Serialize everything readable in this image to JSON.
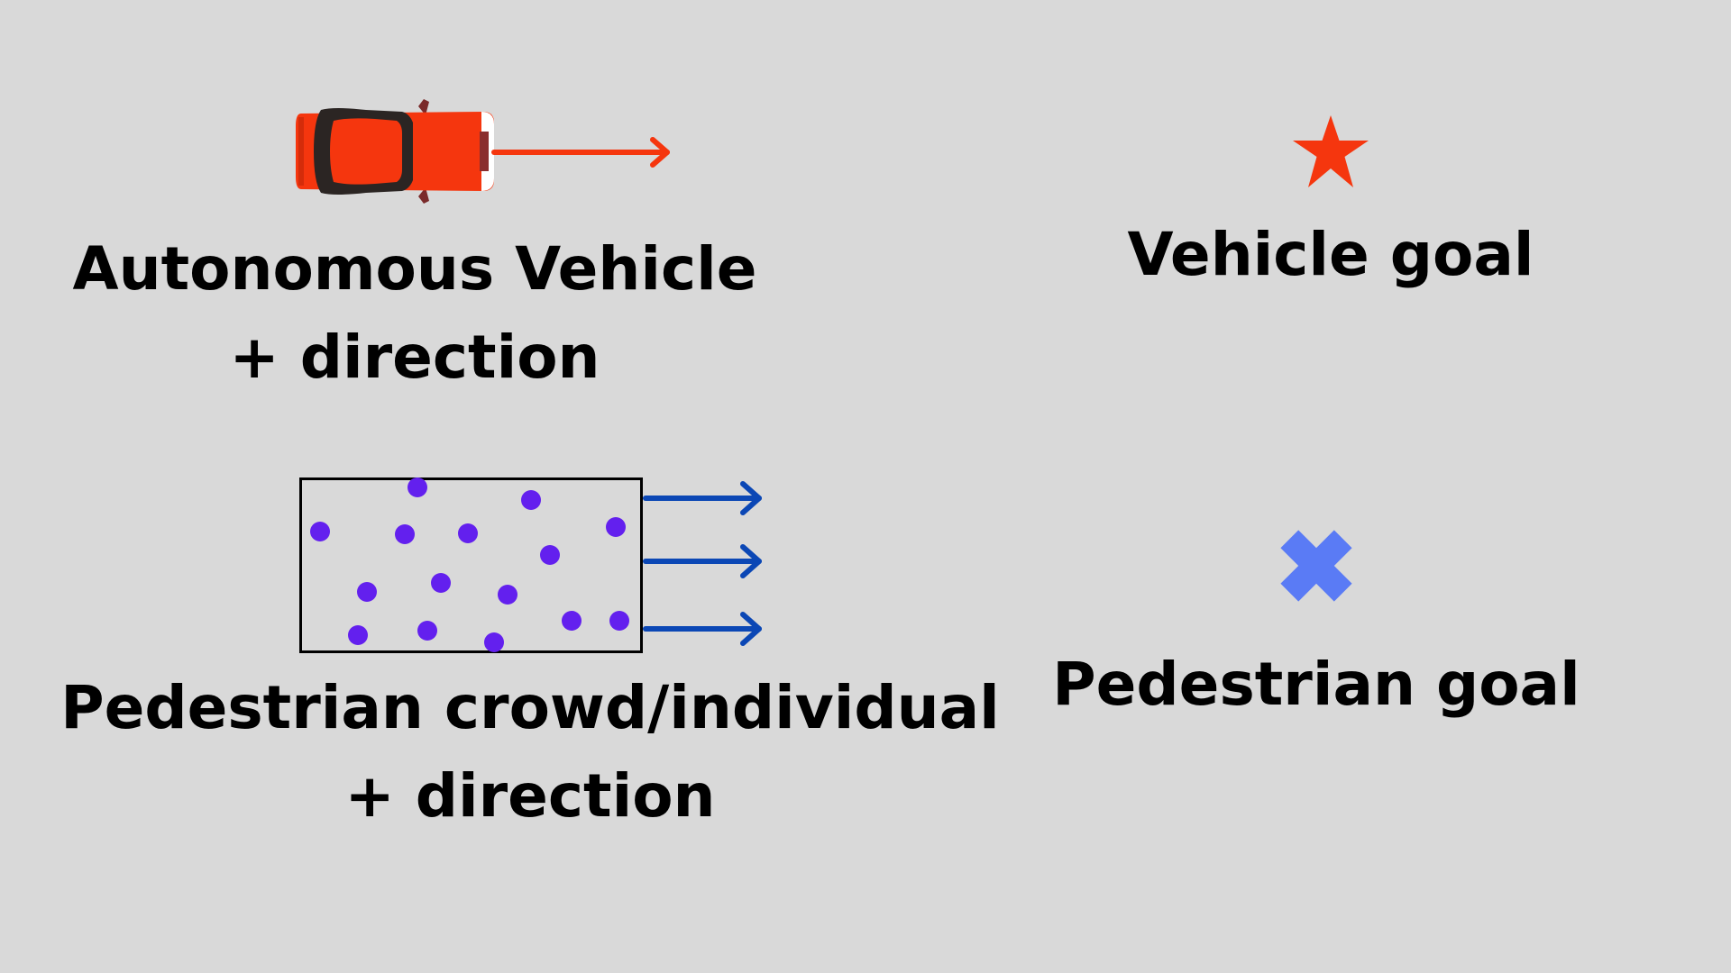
{
  "legend": {
    "vehicle": {
      "line1": "Autonomous Vehicle",
      "line2": "+ direction"
    },
    "vehicle_goal": {
      "label": "Vehicle goal"
    },
    "pedestrian": {
      "line1": "Pedestrian crowd/individual",
      "line2": "+ direction"
    },
    "pedestrian_goal": {
      "label": "Pedestrian goal"
    }
  },
  "icons": {
    "vehicle": "car-icon",
    "vehicle_direction": "arrow-right-icon",
    "vehicle_goal": "star-icon",
    "pedestrian_group": "crowd-box-icon",
    "pedestrian_direction": "arrow-right-icon",
    "pedestrian_goal": "x-mark-icon"
  },
  "colors": {
    "background": "#d9d9d9",
    "vehicle": "#f5360e",
    "vehicle_arrow": "#f5360e",
    "vehicle_goal": "#f5360e",
    "pedestrian_dot": "#6320ee",
    "pedestrian_arrow": "#0b47b5",
    "pedestrian_goal": "#5a7bf5"
  }
}
